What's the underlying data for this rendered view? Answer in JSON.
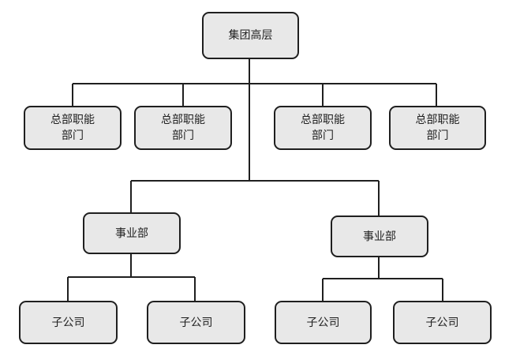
{
  "colors": {
    "box_fill": "#e8e8e8",
    "box_border": "#1f1f1f",
    "line": "#1f1f1f",
    "text": "#1f1f1f",
    "background": "#ffffff"
  },
  "org_chart": {
    "top": {
      "label": "集团高层"
    },
    "hq_departments": [
      {
        "label": "总部职能\n部门"
      },
      {
        "label": "总部职能\n部门"
      },
      {
        "label": "总部职能\n部门"
      },
      {
        "label": "总部职能\n部门"
      }
    ],
    "business_units": [
      {
        "label": "事业部",
        "subsidiaries": [
          {
            "label": "子公司"
          },
          {
            "label": "子公司"
          }
        ]
      },
      {
        "label": "事业部",
        "subsidiaries": [
          {
            "label": "子公司"
          },
          {
            "label": "子公司"
          }
        ]
      }
    ]
  }
}
